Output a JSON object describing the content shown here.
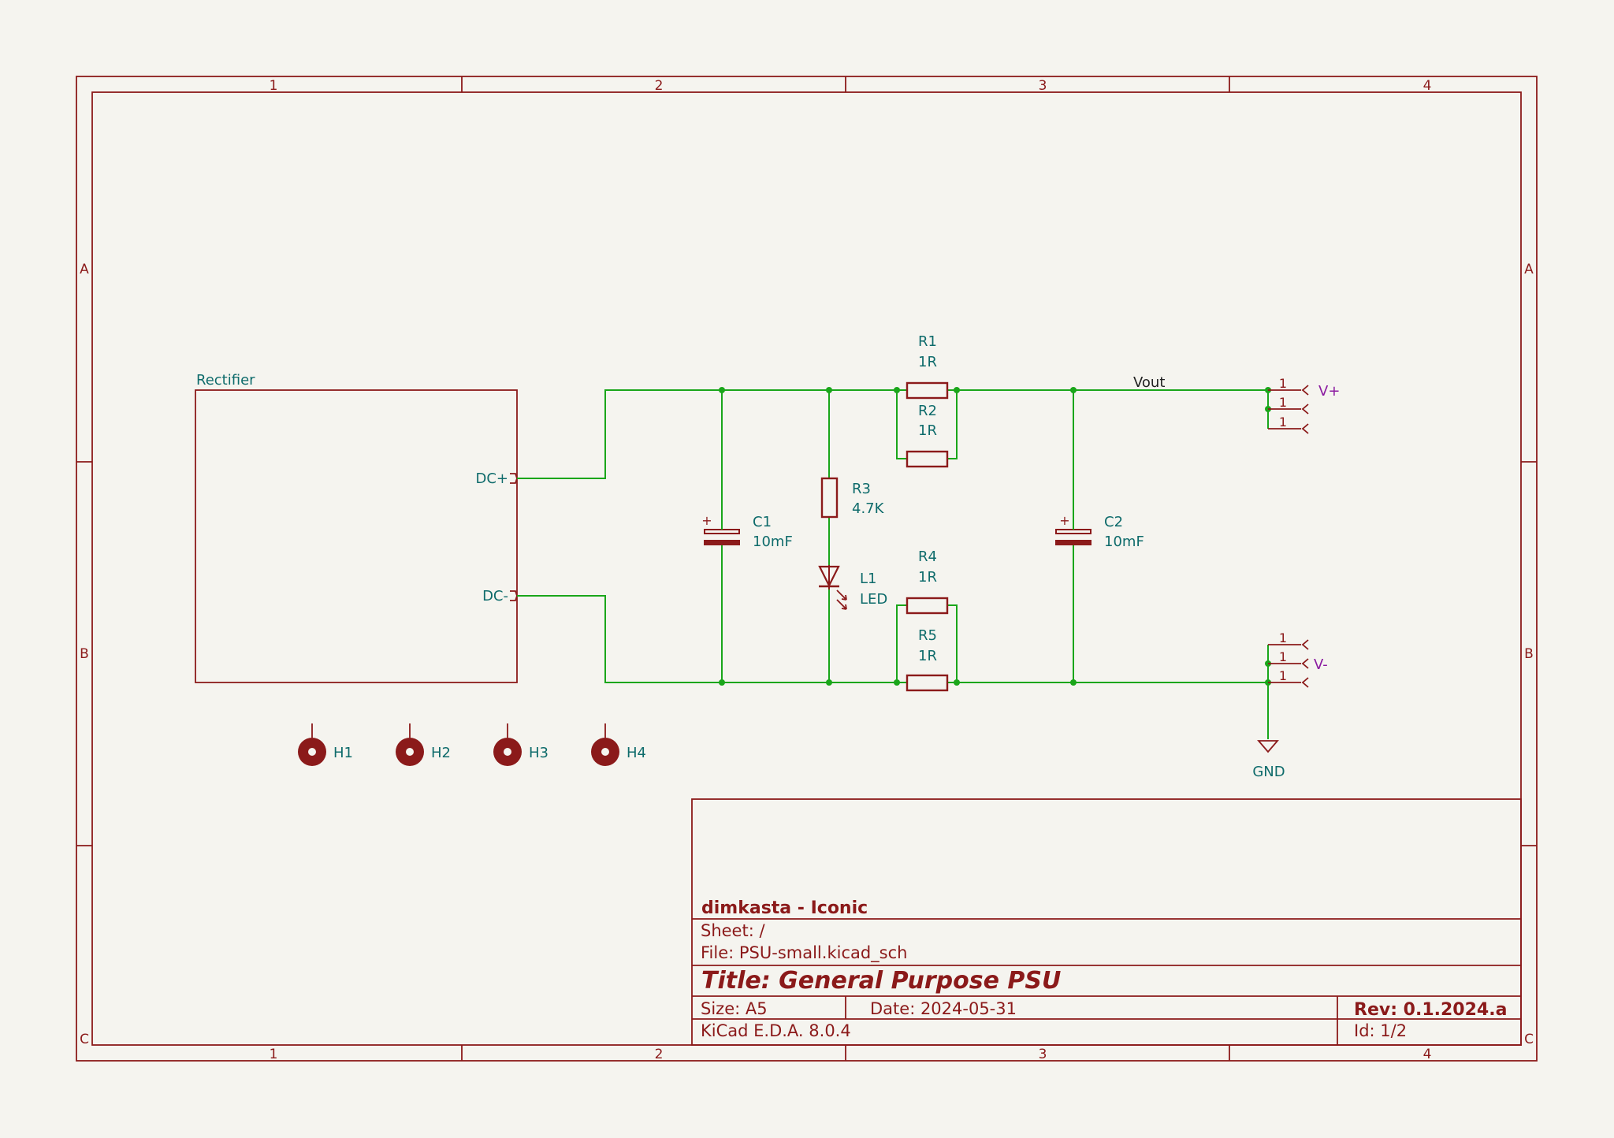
{
  "border": {
    "columns": [
      "1",
      "2",
      "3",
      "4"
    ],
    "rows": [
      "A",
      "B",
      "C"
    ]
  },
  "sheet_block": {
    "label": "Rectifier",
    "pins": {
      "dc_plus": "DC+",
      "dc_minus": "DC-"
    }
  },
  "components": {
    "r1": {
      "ref": "R1",
      "value": "1R"
    },
    "r2": {
      "ref": "R2",
      "value": "1R"
    },
    "r3": {
      "ref": "R3",
      "value": "4.7K"
    },
    "r4": {
      "ref": "R4",
      "value": "1R"
    },
    "r5": {
      "ref": "R5",
      "value": "1R"
    },
    "c1": {
      "ref": "C1",
      "value": "10mF",
      "polarity": "+"
    },
    "c2": {
      "ref": "C2",
      "value": "10mF",
      "polarity": "+"
    },
    "l1": {
      "ref": "L1",
      "value": "LED"
    },
    "h1": {
      "ref": "H1"
    },
    "h2": {
      "ref": "H2"
    },
    "h3": {
      "ref": "H3"
    },
    "h4": {
      "ref": "H4"
    }
  },
  "net_labels": {
    "vout": "Vout",
    "v_plus": "V+",
    "v_minus": "V-",
    "gnd": "GND"
  },
  "connector_pins": {
    "v_plus": [
      "1",
      "1",
      "1"
    ],
    "v_minus": [
      "1",
      "1",
      "1"
    ]
  },
  "title_block": {
    "company": "dimkasta - Iconic",
    "sheet": "Sheet: /",
    "file": "File: PSU-small.kicad_sch",
    "title": "Title: General Purpose PSU",
    "size": "Size: A5",
    "date": "Date: 2024-05-31",
    "rev": "Rev: 0.1.2024.a",
    "tool": "KiCad E.D.A. 8.0.4",
    "id": "Id: 1/2"
  },
  "colors": {
    "frame": "#8b1a1a",
    "wire": "#1aa61a",
    "reference_text": "#0e6b6b",
    "power_text": "#8a1aa0",
    "background": "#f5f4ef"
  }
}
